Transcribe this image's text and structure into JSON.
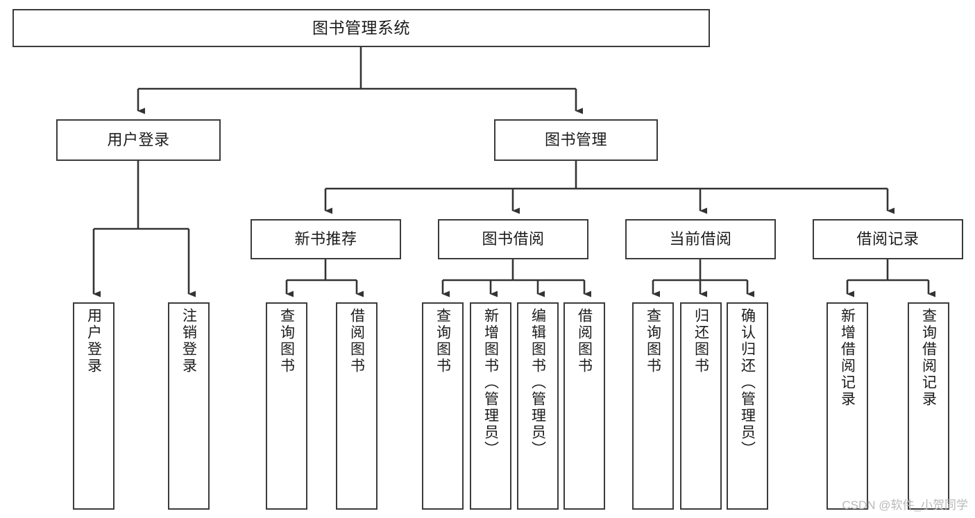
{
  "diagram": {
    "title": "图书管理系统",
    "type": "tree-hierarchy-chart",
    "colors": {
      "box_border": "#3b3b3b",
      "box_fill": "#ffffff",
      "connector": "#333333",
      "text": "#1b1b1b",
      "watermark": "#b9b9b9",
      "background": "#ffffff"
    },
    "watermark": "CSDN @软件_小贺同学",
    "nodes": {
      "root": {
        "label": "图书管理系统"
      },
      "level2": [
        {
          "label": "用户登录"
        },
        {
          "label": "图书管理"
        }
      ],
      "level3": [
        {
          "label": "新书推荐"
        },
        {
          "label": "图书借阅"
        },
        {
          "label": "当前借阅"
        },
        {
          "label": "借阅记录"
        }
      ],
      "leaves": {
        "user_login": [
          {
            "label": "用户登录"
          },
          {
            "label": "注销登录"
          }
        ],
        "new_book_recommend": [
          {
            "label": "查询图书"
          },
          {
            "label": "借阅图书"
          }
        ],
        "book_borrow": [
          {
            "label": "查询图书"
          },
          {
            "label": "新增图书（管理员）"
          },
          {
            "label": "编辑图书（管理员）"
          },
          {
            "label": "借阅图书"
          }
        ],
        "current_borrow": [
          {
            "label": "查询图书"
          },
          {
            "label": "归还图书"
          },
          {
            "label": "确认归还（管理员）"
          }
        ],
        "borrow_record": [
          {
            "label": "新增借阅记录"
          },
          {
            "label": "查询借阅记录"
          }
        ]
      }
    }
  }
}
